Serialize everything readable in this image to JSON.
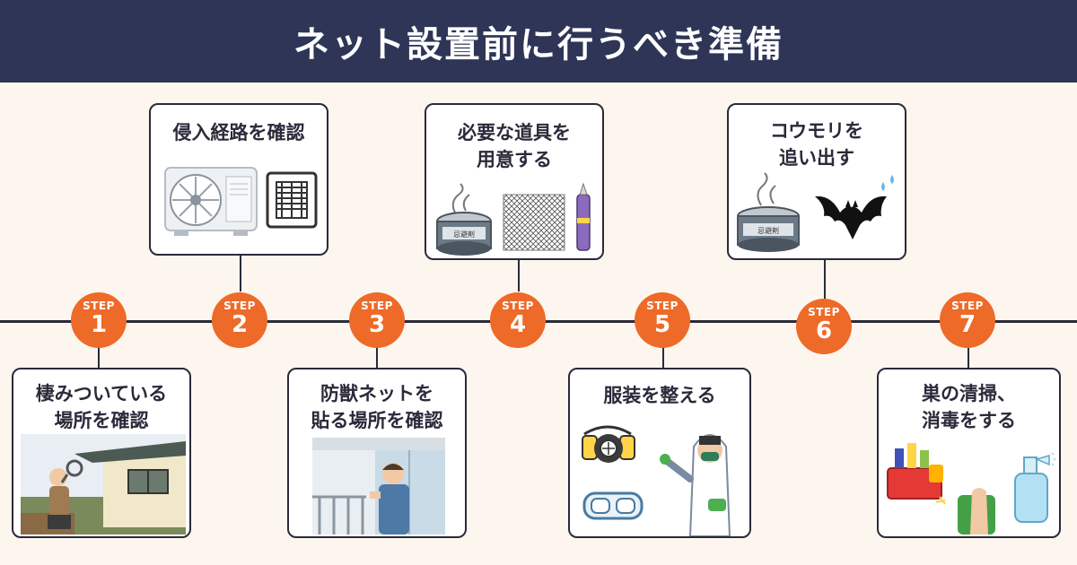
{
  "title": "ネット設置前に行うべき準備",
  "step_label": "STEP",
  "steps": [
    {
      "number": "1",
      "text_line1": "棲みついている",
      "text_line2": "場所を確認"
    },
    {
      "number": "2",
      "text_line1": "侵入経路を確認",
      "text_line2": ""
    },
    {
      "number": "3",
      "text_line1": "防獣ネットを",
      "text_line2": "貼る場所を確認"
    },
    {
      "number": "4",
      "text_line1": "必要な道具を",
      "text_line2": "用意する"
    },
    {
      "number": "5",
      "text_line1": "服装を整える",
      "text_line2": ""
    },
    {
      "number": "6",
      "text_line1": "コウモリを",
      "text_line2": "追い出す"
    },
    {
      "number": "7",
      "text_line1": "巣の清掃、",
      "text_line2": "消毒をする"
    }
  ],
  "repellent_can_label": "忌避剤",
  "colors": {
    "header_bg": "#2e3557",
    "step_orange": "#ee6a29",
    "page_bg": "#fdf6ee",
    "line": "#2a2a3a"
  }
}
